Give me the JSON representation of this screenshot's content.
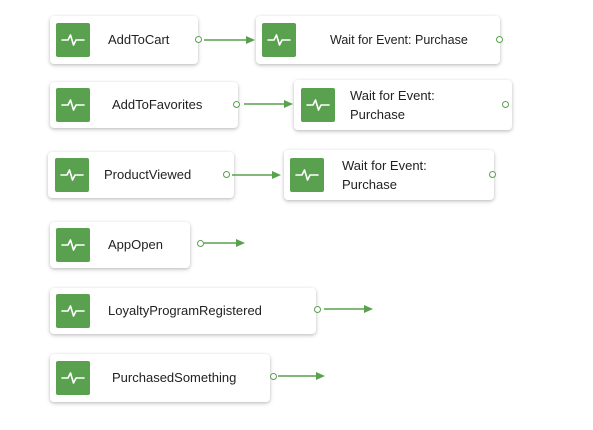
{
  "colors": {
    "accent": "#5aa14f",
    "connector": "#5aa14f",
    "node_bg": "#ffffff",
    "text": "#222222"
  },
  "icon": "activity-pulse-icon",
  "flows": [
    {
      "trigger": "AddToCart",
      "target": "Wait for Event: Purchase"
    },
    {
      "trigger": "AddToFavorites",
      "target": "Wait for Event: Purchase"
    },
    {
      "trigger": "ProductViewed",
      "target": "Wait for Event: Purchase"
    },
    {
      "trigger": "AppOpen",
      "target": ""
    },
    {
      "trigger": "LoyaltyProgramRegistered",
      "target": ""
    },
    {
      "trigger": "PurchasedSomething",
      "target": ""
    }
  ]
}
